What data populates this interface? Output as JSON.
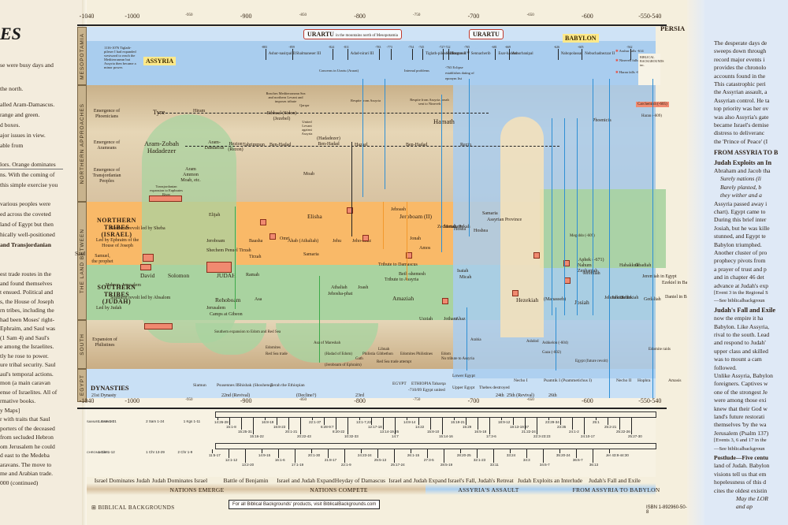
{
  "left_page": {
    "title_fragment": "ES",
    "paragraphs": [
      "se were busy days and",
      "the north.",
      "alled Aram-Damascus.",
      "range and green.",
      "d boxes.",
      "ajor issues in view.",
      "able from",
      "lors. Orange dominates",
      "ns. With the coming of",
      "this simple exercise you",
      "various peoples were",
      "ed across the coveted",
      "land of Egypt but then",
      "hically well-positioned",
      "and Transjordanian",
      "est trade routes in the",
      "and found themselves",
      "t ensued. Political and",
      "s, the House of Joseph",
      "rn tribes, including the",
      "had been Moses' right-",
      "Ephraim, and Saul was",
      "(1 Sam 4) and Saul's",
      "e among the Israelites.",
      "tly he rose to power.",
      "ure tribal security. Saul",
      "aul's temporal actions.",
      "mon (a main caravan",
      "ense of Israelites. All of",
      "rmative books.",
      "y Maps]",
      "r with traits that Saul",
      "porters of the deceased",
      "from secluded Hebron",
      "om Jerusalem he could",
      "d east to the Medeba",
      "aravans. The move to",
      "me and Arabian trade.",
      "000 (continued)"
    ]
  },
  "right_page": {
    "paragraphs": [
      "The desperate days de",
      "sweeps down through",
      "record major events i",
      "provides the chronolo",
      "accounts found in the",
      "This catastrophic peri",
      "the Assyrian assault, a",
      "Assyrian control. He ta",
      "top priority was her ov",
      "was also Assyria's gate",
      "became Israel's demise",
      "distress to deliveranc",
      "the 'Prince of Peace' (I"
    ],
    "section_heading": "FROM ASSYRIA TO B",
    "sub_heading_1": "Judah Exploits an In",
    "p2": [
      "Abraham and Jacob tha"
    ],
    "quote": [
      "Surely nations (li",
      "Barely planted, b",
      "they wither and a"
    ],
    "p3": [
      "Assyria passed away i",
      "chart). Egypt came to",
      "During this brief inter",
      "Josiah, but he was kille",
      "stunned, and Egypt te",
      "Babylon triumphed.",
      "Another cluster of pro",
      "prophecy pivots from",
      "a prayer of trust and p",
      "and in chapter 46 det",
      "advance at Judah's exp"
    ],
    "note_1": "[Event 3 in the Regional S",
    "note_1b": "—See biblicalbackgroun",
    "sub_heading_2": "Judah's Fall and Exile",
    "p4": [
      "now the empire it ha",
      "Babylon. Like Assyria,",
      "rival to the south. Lead",
      "and respond to Judah'",
      "upper class and skilled",
      "was to mount a cam",
      "followed."
    ],
    "p5": [
      "Unlike Assyria, Babylon",
      "foreigners. Captives w",
      "one of the strongest Je",
      "were among those exi",
      "knew that their God w",
      "land's future restorati",
      "themselves 'by the wa",
      "Jerusalem (Psalm 137)"
    ],
    "note_2": "[Events 3, 6 and 17 in the",
    "note_2b": "—See biblicalbackgroun",
    "postlude_heading": "Postlude",
    "p6": [
      "—Five centu",
      "land of Judah. Babylon",
      "visions tell us that em",
      "hopelessness of this d",
      "cites the oldest existin"
    ],
    "closing": [
      "May the LOR",
      "and ap"
    ]
  },
  "timeline": {
    "top_axis_ticks": [
      "-1040",
      "-1000",
      "-950",
      "-900",
      "-850",
      "-800",
      "-750",
      "-700",
      "-650",
      "-600",
      "-550",
      "-540"
    ],
    "bottom_axis_ticks": [
      "-1040",
      "-1000",
      "-950",
      "-900",
      "-850",
      "-800",
      "-750",
      "-700",
      "-650",
      "-600",
      "-550",
      "-540"
    ],
    "regions": [
      "MESOPOTAMIA",
      "NORTHERN APPROACHES",
      "THE LAND BETWEEN",
      "SOUTH",
      "EGYPT"
    ],
    "mesopotamia": {
      "urartu_long": "URARTU",
      "urartu_long_sub": "in the mountains north of Mesopotamia",
      "urartu_short": "URARTU",
      "assyria": "ASSYRIA",
      "assyria_note": "1116-1076 Tiglath-pileser I had expanded westward to reach the Mediterranean but Assyria then became a minor power.",
      "babylon": "BABYLON",
      "persia": "PERSIA",
      "kings": [
        {
          "year": "-883",
          "name": "Ashur-nasirpal II"
        },
        {
          "year": "-859",
          "name": "Shalmaneser III"
        },
        {
          "year": "-824",
          "name": ""
        },
        {
          "year": "-811",
          "name": "Adad-nirari III"
        },
        {
          "year": "-783",
          "name": ""
        },
        {
          "year": "-773",
          "name": ""
        },
        {
          "year": "-754",
          "name": ""
        },
        {
          "year": "-745",
          "name": "Tiglath-pileser III"
        },
        {
          "year": "-727",
          "name": "Shalmaneser V"
        },
        {
          "year": "-722",
          "name": "Sargon II"
        },
        {
          "year": "-705",
          "name": "Sennacherib"
        },
        {
          "year": "-681",
          "name": "Esar-haddon"
        },
        {
          "year": "-669",
          "name": "Ashurbanipal"
        },
        {
          "year": "-626",
          "name": "Nabopolassar"
        },
        {
          "year": "-605",
          "name": "Nebuchadnezzar II"
        },
        {
          "year": "-562",
          "name": ""
        }
      ],
      "notes": [
        "Concerns in Urartu (Ararat)",
        "Internal problems",
        "-763 Eclipse establishes dating of eponym list",
        "Babylon free",
        "Asshur falls -614",
        "Nineveh falls -612",
        "Haran falls -609"
      ],
      "publisher_box": "BIBLICAL BACKGROUNDS inc."
    },
    "northern": {
      "row_labels": [
        "Emergence of Phoenicians",
        "Emergence of Arameans",
        "Emergence of Transjordanian Peoples"
      ],
      "labels": [
        "Tyre",
        "Hiram",
        "Ethbaal (Sidon) (Jezebel)",
        "Aram-Zobah Hadadezer",
        "Aram-Damascus",
        "Hezion (Rezon)",
        "Tabrimmon",
        "Ben-Hadad",
        "(Hadadezer) Ben-Hadad",
        "Hazael",
        "Ben-Hadad",
        "Rezin",
        "Hamath",
        "Phoenicia",
        "Aram Ammon Moab, etc.",
        "Transjordanian expansion to Euphrates River",
        "Tribute",
        "Alliance",
        "Moab",
        "Qarqar",
        "United Levant against Assyria",
        "Reaches Mediterranean Sea and northern Levant and imposes tribute",
        "Respite from Assyria",
        "Respite from Assyria Jonah sent to Nineveh",
        "Carchemish (-605)",
        "Haran (-609)",
        "Megiddo (-609)"
      ]
    },
    "land_between": {
      "north_heading": "NORTHERN TRIBES (ISRAEL)",
      "north_sub": "Led by Ephraim of the House of Joseph",
      "samuel": "Samuel, the prophet",
      "south_heading": "SOUTHERN TRIBES (JUDAH)",
      "south_sub": "Led by Judah",
      "labels": [
        "Saul",
        "David",
        "Hebron, Jerusalem",
        "Solomon",
        "Northern revolt led by Sheba",
        "Southern revolt led by Absalom",
        "Jeroboam",
        "Shechem Penuel Tirzah",
        "ISRAEL",
        "JUDAH",
        "Rehoboam",
        "Jerusalem",
        "Camps at Gibeon",
        "Baasha",
        "Tirzah",
        "Ramah",
        "Asa",
        "Omri",
        "Ahab (Athaliah)",
        "Samaria",
        "Elijah",
        "Elisha",
        "Jehu",
        "Jeho-ahaz",
        "Jehoash",
        "Jeroboam (II)",
        "Jonah",
        "Amos",
        "Hosea",
        "Zechariah",
        "Menahem",
        "Pekah",
        "Hoshea",
        "Samaria",
        "Assyrian Province",
        "Jehosha-phat",
        "Athaliah",
        "Joash",
        "Amaziah",
        "Uzziah",
        "Jotham",
        "Ahaz",
        "Isaiah",
        "Micah",
        "Hezekiah",
        "(Manasseh)",
        "Josiah",
        "Nahum",
        "Zephaniah",
        "Jeremiah",
        "Habakkuk",
        "Obadiah",
        "Jehoiakim",
        "Jehoiachin",
        "Zedekiah",
        "Gedaliah",
        "Jeremiah in Egypt",
        "Ezekiel in Babylon",
        "Daniel in Babylon",
        "Beth-shemesh",
        "Aphek (-671)",
        "Tribute to Damascus",
        "Tribute to Assyria"
      ]
    },
    "south": {
      "row_label": "Expansion of Philistines",
      "labels": [
        "Southern expansion to Edom and Red Sea",
        "Edomites",
        "Red Sea trade",
        "(Hadad of Edom)",
        "(Jeroboam of Ephraim)",
        "Philistia Gibbethon",
        "Asa of Mareshah",
        "Red Sea trade attempt",
        "Edomites Philistines",
        "Edom",
        "Libnah",
        "Gath",
        "Arabia",
        "Ashdod",
        "Ashkelon (-604)",
        "Gaza (-602)",
        "Edomite raids",
        "No tribute to Assyria",
        "Egypt (future revolt)"
      ]
    },
    "egypt": {
      "dynasties_label": "DYNASTIES",
      "dynasty_periods": [
        "21st Dynasty",
        "22nd (Revival)",
        "(Decline?)",
        "23rd",
        "24th",
        "25th (Revival)",
        "26th"
      ],
      "rulers": [
        "Siamun",
        "Psusennes II",
        "Shishak (Shoshenq)",
        "Zerah the Ethiopian",
        "EGYPT",
        "ETHIOPIA",
        "Taharqa",
        "-710/09 Egypt united",
        "Lower Egypt",
        "Upper Egypt",
        "Thebes destroyed",
        "Necho I",
        "Psamtik I (Psammetichus I)",
        "Necho II",
        "Hophra",
        "Amasis"
      ]
    },
    "references": {
      "samuel_kings_label": "SAMUEL & KINGS",
      "chronicles_label": "CHRON-ICLES",
      "samuel_kings": [
        "1 Sam 1-31",
        "2 Sam 1-24",
        "1 Kgs 1-11",
        "14:26-28",
        "15:1-8",
        "15:25-31",
        "15:16-22",
        "16:8-19",
        "16:8-23",
        "20:1-21",
        "20:22-43",
        "22:1-37",
        "6:28-9:7",
        "8:20-22",
        "10:32-33",
        "13:1-7,22",
        "12:17-18",
        "13:14-19,25",
        "14:7",
        "14:8-14",
        "14:22",
        "15:8-10",
        "15:14-16",
        "15:19-21",
        "15:29",
        "16:5-18",
        "17:3-6",
        "18:9-12",
        "18:13-19:37",
        "21:22-24",
        "22:3-23:23",
        "23:29-34",
        "23:35",
        "24:1-2",
        "24:10-17",
        "25:1",
        "25:2-21",
        "25:22-26",
        "25:27-30"
      ],
      "chronicles": [
        "1 Chr 1-12",
        "1 Chr 13-29",
        "2 Chr 1-9",
        "11:5-17",
        "12:1-12",
        "13:2-20",
        "14:9-15",
        "16:1-6",
        "17:1-19",
        "20:1-30",
        "21:8-17",
        "22:1-9",
        "24:23-24",
        "25:5-13",
        "25:17-24",
        "26:1-15",
        "27:3-5",
        "28:5-19",
        "28:20-25",
        "32:1-23",
        "33:11",
        "33:24",
        "34:3",
        "34:6-7",
        "35:20-24",
        "36:6-7",
        "36:13",
        "Jer 43:8-44:30"
      ]
    },
    "periods": [
      "Israel Dominates Judah",
      "Judah Dominates Israel",
      "Battle of Benjamin",
      "Israel and Judah Expand",
      "Heyday of Damascus",
      "Israel and Judah Expand",
      "Israel's Fall, Judah's Retreat",
      "Judah Exploits an Interlude",
      "Judah's Fall and Exile"
    ],
    "eras": [
      "NATIONS EMERGE",
      "NATIONS COMPETE",
      "ASSYRIA'S ASSAULT",
      "FROM ASSYRIA TO BABYLON"
    ],
    "footer": {
      "logo": "BIBLICAL BACKGROUNDS",
      "website_note": "For all Biblical Backgrounds' products, visit BiblicalBackgrounds.com",
      "isbn": "ISBN 1-892960-50-8"
    }
  },
  "colors": {
    "mesopotamia_blue": "#a9cdee",
    "northern_tan": "#d9c3a0",
    "israel_orange": "#f9b968",
    "judah_green": "#a9d3a0",
    "egypt_blue": "#c9e0f5",
    "box_red": "#f08a70",
    "arrow_blue": "#2f8fd4"
  }
}
